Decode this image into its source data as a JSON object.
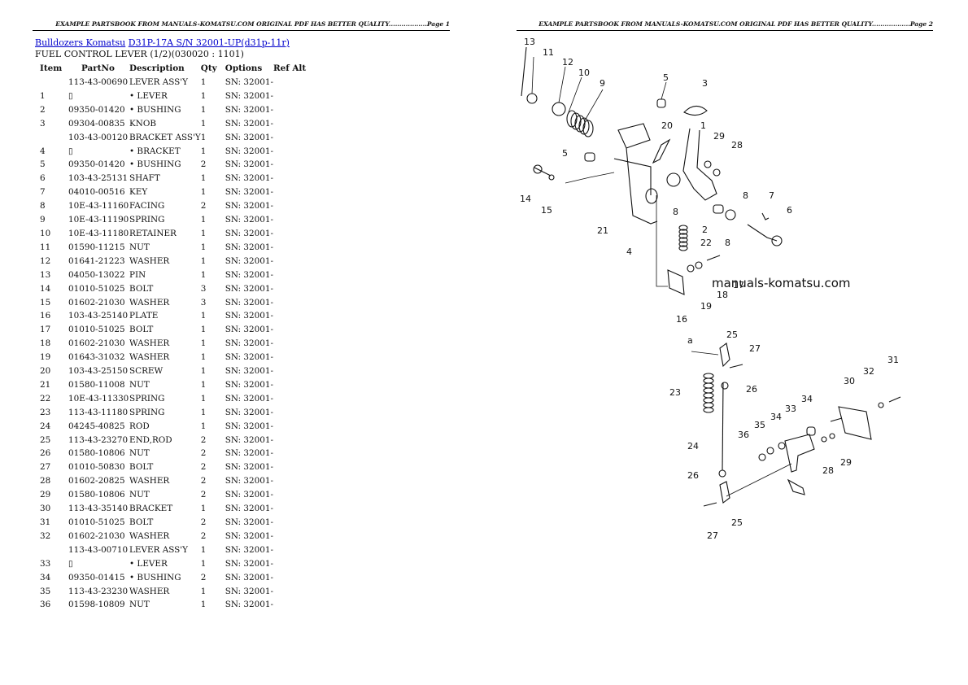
{
  "header_left": "EXAMPLE PARTSBOOK FROM MANUALS-KOMATSU.COM ORIGINAL PDF HAS BETTER QUALITY..................Page 1",
  "header_right": "EXAMPLE PARTSBOOK FROM MANUALS-KOMATSU.COM ORIGINAL PDF HAS BETTER QUALITY..................Page 2",
  "breadcrumb": {
    "link1": "Bulldozers Komatsu",
    "link2": "D31P-17A S/N 32001-UP(d31p-11r)"
  },
  "subtitle": "FUEL CONTROL LEVER (1/2)(030020 : 1101)",
  "columns": [
    "Item",
    "PartNo",
    "Description",
    "Qty",
    "Options",
    "Ref Alt"
  ],
  "rows": [
    [
      "",
      "113-43-00690",
      "LEVER ASS'Y",
      "1",
      "SN: 32001-",
      ""
    ],
    [
      "1",
      "",
      "• LEVER",
      "1",
      "SN: 32001-",
      ""
    ],
    [
      "2",
      "09350-01420",
      "• BUSHING",
      "1",
      "SN: 32001-",
      ""
    ],
    [
      "3",
      "09304-00835",
      "KNOB",
      "1",
      "SN: 32001-",
      ""
    ],
    [
      "",
      "103-43-00120",
      "BRACKET ASS'Y",
      "1",
      "SN: 32001-",
      ""
    ],
    [
      "4",
      "",
      "• BRACKET",
      "1",
      "SN: 32001-",
      ""
    ],
    [
      "5",
      "09350-01420",
      "• BUSHING",
      "2",
      "SN: 32001-",
      ""
    ],
    [
      "6",
      "103-43-25131",
      "SHAFT",
      "1",
      "SN: 32001-",
      ""
    ],
    [
      "7",
      "04010-00516",
      "KEY",
      "1",
      "SN: 32001-",
      ""
    ],
    [
      "8",
      "10E-43-11160",
      "FACING",
      "2",
      "SN: 32001-",
      ""
    ],
    [
      "9",
      "10E-43-11190",
      "SPRING",
      "1",
      "SN: 32001-",
      ""
    ],
    [
      "10",
      "10E-43-11180",
      "RETAINER",
      "1",
      "SN: 32001-",
      ""
    ],
    [
      "11",
      "01590-11215",
      "NUT",
      "1",
      "SN: 32001-",
      ""
    ],
    [
      "12",
      "01641-21223",
      "WASHER",
      "1",
      "SN: 32001-",
      ""
    ],
    [
      "13",
      "04050-13022",
      "PIN",
      "1",
      "SN: 32001-",
      ""
    ],
    [
      "14",
      "01010-51025",
      "BOLT",
      "3",
      "SN: 32001-",
      ""
    ],
    [
      "15",
      "01602-21030",
      "WASHER",
      "3",
      "SN: 32001-",
      ""
    ],
    [
      "16",
      "103-43-25140",
      "PLATE",
      "1",
      "SN: 32001-",
      ""
    ],
    [
      "17",
      "01010-51025",
      "BOLT",
      "1",
      "SN: 32001-",
      ""
    ],
    [
      "18",
      "01602-21030",
      "WASHER",
      "1",
      "SN: 32001-",
      ""
    ],
    [
      "19",
      "01643-31032",
      "WASHER",
      "1",
      "SN: 32001-",
      ""
    ],
    [
      "20",
      "103-43-25150",
      "SCREW",
      "1",
      "SN: 32001-",
      ""
    ],
    [
      "21",
      "01580-11008",
      "NUT",
      "1",
      "SN: 32001-",
      ""
    ],
    [
      "22",
      "10E-43-11330",
      "SPRING",
      "1",
      "SN: 32001-",
      ""
    ],
    [
      "23",
      "113-43-11180",
      "SPRING",
      "1",
      "SN: 32001-",
      ""
    ],
    [
      "24",
      "04245-40825",
      "ROD",
      "1",
      "SN: 32001-",
      ""
    ],
    [
      "25",
      "113-43-23270",
      "END,ROD",
      "2",
      "SN: 32001-",
      ""
    ],
    [
      "26",
      "01580-10806",
      "NUT",
      "2",
      "SN: 32001-",
      ""
    ],
    [
      "27",
      "01010-50830",
      "BOLT",
      "2",
      "SN: 32001-",
      ""
    ],
    [
      "28",
      "01602-20825",
      "WASHER",
      "2",
      "SN: 32001-",
      ""
    ],
    [
      "29",
      "01580-10806",
      "NUT",
      "2",
      "SN: 32001-",
      ""
    ],
    [
      "30",
      "113-43-35140",
      "BRACKET",
      "1",
      "SN: 32001-",
      ""
    ],
    [
      "31",
      "01010-51025",
      "BOLT",
      "2",
      "SN: 32001-",
      ""
    ],
    [
      "32",
      "01602-21030",
      "WASHER",
      "2",
      "SN: 32001-",
      ""
    ],
    [
      "",
      "113-43-00710",
      "LEVER ASS'Y",
      "1",
      "SN: 32001-",
      ""
    ],
    [
      "33",
      "",
      "• LEVER",
      "1",
      "SN: 32001-",
      ""
    ],
    [
      "34",
      "09350-01415",
      "• BUSHING",
      "2",
      "SN: 32001-",
      ""
    ],
    [
      "35",
      "113-43-23230",
      "WASHER",
      "1",
      "SN: 32001-",
      ""
    ],
    [
      "36",
      "01598-10809",
      "NUT",
      "1",
      "SN: 32001-",
      ""
    ]
  ],
  "missing_glyph": "▯",
  "diagram": {
    "watermark": "manuals-komatsu.com",
    "callouts": [
      "13",
      "11",
      "12",
      "10",
      "9",
      "5",
      "3",
      "20",
      "1",
      "29",
      "28",
      "5",
      "14",
      "15",
      "8",
      "8",
      "21",
      "4",
      "2",
      "8",
      "7",
      "6",
      "22",
      "17",
      "18",
      "19",
      "16",
      "a",
      "25",
      "27",
      "26",
      "23",
      "24",
      "26",
      "25",
      "27",
      "31",
      "32",
      "30",
      "34",
      "33",
      "34",
      "35",
      "36",
      "28",
      "29"
    ]
  }
}
